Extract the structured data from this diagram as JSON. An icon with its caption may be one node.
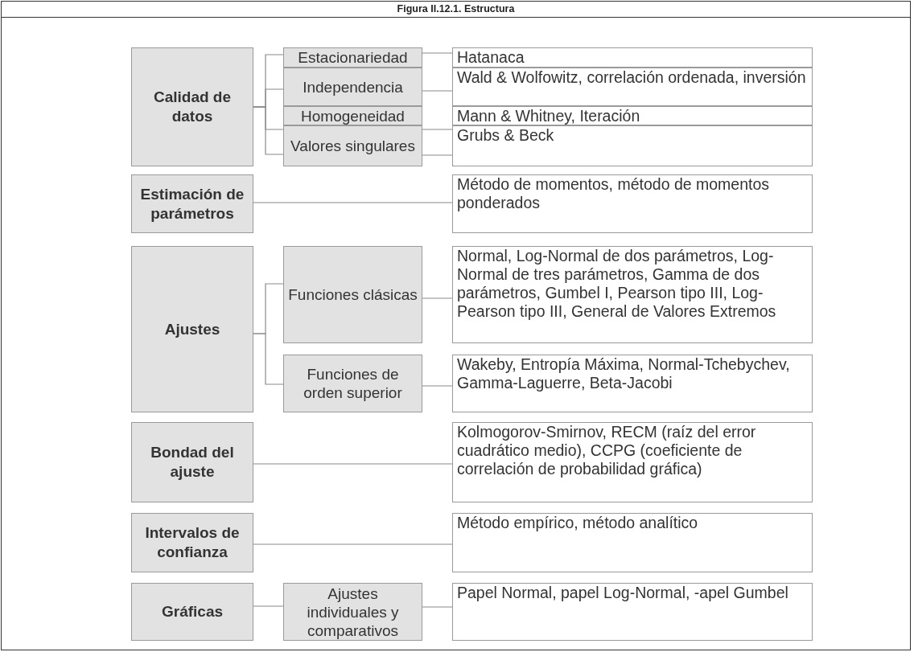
{
  "diagram": {
    "title": "Figura II.12.1. Estructura",
    "nodes": [
      {
        "text": [
          "Calidad de datos"
        ]
      },
      {
        "text": [
          "Estacionariedad"
        ]
      },
      {
        "text": [
          "Independencia"
        ]
      },
      {
        "text": [
          "Homogeneidad"
        ]
      },
      {
        "text": [
          "Valores singulares"
        ]
      },
      {
        "text": [
          "Hatanaca"
        ]
      },
      {
        "text": [
          "Wald & Wolfowitz, correlación ordenada, inversión"
        ]
      },
      {
        "text": [
          "Mann & Whitney, Iteración"
        ]
      },
      {
        "text": [
          "Grubs & Beck"
        ]
      },
      {
        "text": [
          "Estimación de parámetros"
        ]
      },
      {
        "text": [
          "Método de momentos, método de momentos ponderados"
        ]
      },
      {
        "text": [
          "Ajustes"
        ]
      },
      {
        "text": [
          "Funciones clásicas"
        ]
      },
      {
        "text": [
          "Funciones de orden superior"
        ]
      },
      {
        "text": [
          "Normal, Log-Normal de dos parámetros, Log-Normal de tres parámetros, Gamma de dos parámetros, Gumbel I, Pearson tipo III, Log-Pearson tipo III, General de Valores Extremos"
        ]
      },
      {
        "text": [
          "Wakeby, Entropía Máxima, Normal-Tchebychev, Gamma-Laguerre, Beta-Jacobi"
        ]
      },
      {
        "text": [
          "Bondad del ajuste"
        ]
      },
      {
        "text": [
          "Kolmogorov-Smirnov, RECM (raíz del error cuadrático medio), CCPG (coeficiente de correlación de probabilidad gráfica)"
        ]
      },
      {
        "text": [
          "Intervalos de confianza"
        ]
      },
      {
        "text": [
          "Método empírico, método analítico"
        ]
      },
      {
        "text": [
          "Gráficas"
        ]
      },
      {
        "text": [
          "Ajustes individuales y comparativos"
        ]
      },
      {
        "text": [
          "Papel Normal, papel Log-Normal, -apel Gumbel"
        ]
      }
    ],
    "edges": [
      {
        "from": 0,
        "to": 1,
        "arrow": "none"
      },
      {
        "from": 0,
        "to": 2,
        "arrow": "none"
      },
      {
        "from": 0,
        "to": 4,
        "arrow": "none"
      },
      {
        "from": 0,
        "to": 4,
        "arrow": "none"
      },
      {
        "from": 1,
        "to": 5,
        "arrow": "none"
      },
      {
        "from": 2,
        "to": 6,
        "arrow": "none"
      },
      {
        "from": 4,
        "to": 8,
        "arrow": "none"
      },
      {
        "from": 4,
        "to": 8,
        "arrow": "none"
      },
      {
        "from": 9,
        "to": 10,
        "arrow": "none"
      },
      {
        "from": 11,
        "to": 12,
        "arrow": "none"
      },
      {
        "from": 11,
        "to": 13,
        "arrow": "none"
      },
      {
        "from": 12,
        "to": 14,
        "arrow": "none"
      },
      {
        "from": 13,
        "to": 15,
        "arrow": "none"
      },
      {
        "from": 16,
        "to": 17,
        "arrow": "none"
      },
      {
        "from": 18,
        "to": 19,
        "arrow": "none"
      },
      {
        "from": 20,
        "to": 21,
        "arrow": "none"
      },
      {
        "from": 21,
        "to": 22,
        "arrow": "none"
      }
    ]
  }
}
